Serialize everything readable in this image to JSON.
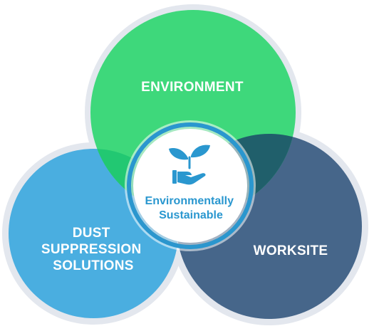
{
  "diagram": {
    "type": "venn",
    "sets": [
      {
        "id": "environment",
        "label_lines": [
          "ENVIRONMENT"
        ],
        "color": "#3ed87b"
      },
      {
        "id": "dust",
        "label_lines": [
          "DUST",
          "SUPPRESSION",
          "SOLUTIONS"
        ],
        "color": "#4aaee0"
      },
      {
        "id": "worksite",
        "label_lines": [
          "WORKSITE"
        ],
        "color": "#46668a"
      }
    ],
    "center": {
      "label_lines": [
        "Environmentally",
        "Sustainable"
      ],
      "icon": "plant-in-hand-icon",
      "text_color": "#2a97cf",
      "ring_color": "#2a97cf"
    },
    "colors": {
      "outer_ring": "#e3e7ee",
      "overlap_env_dust": "#22c872",
      "overlap_env_worksite": "#205f6b",
      "overlap_dust_worksite": "#3f80ad"
    }
  }
}
